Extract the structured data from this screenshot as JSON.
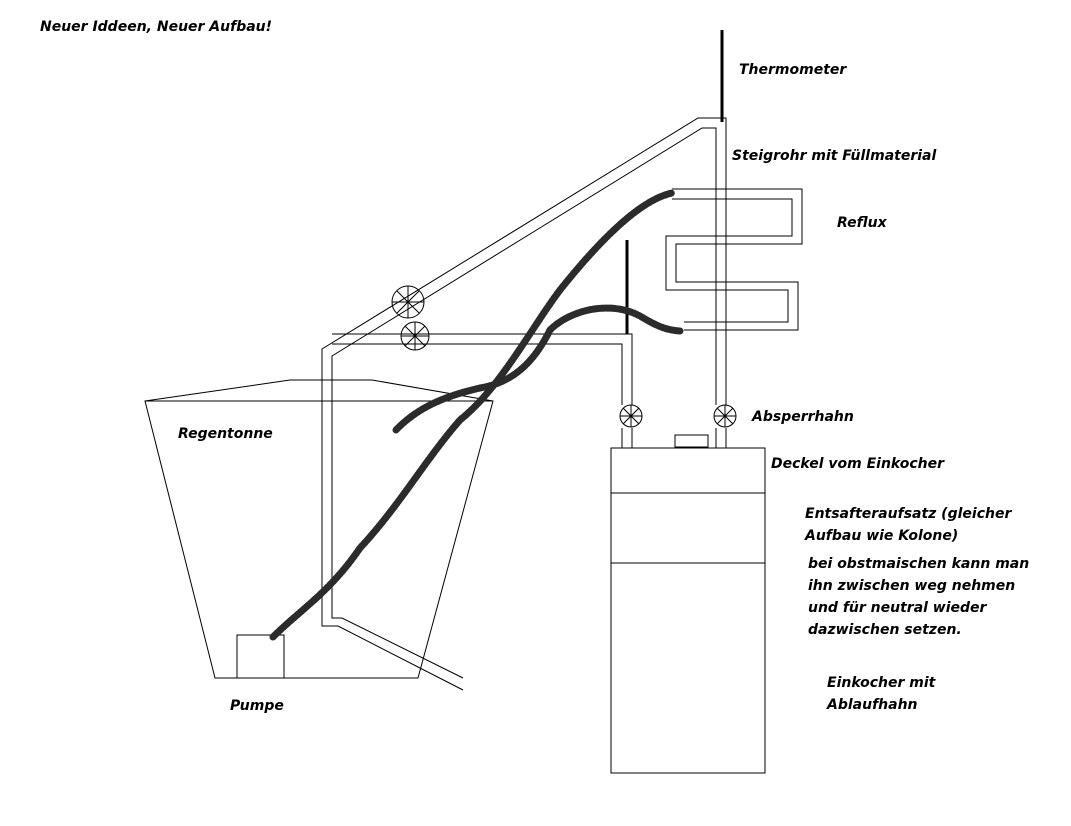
{
  "title": "Neuer Iddeen, Neuer Aufbau!",
  "labels": {
    "thermometer": "Thermometer",
    "steigrohr": "Steigrohr mit Füllmaterial",
    "reflux": "Reflux",
    "regentonne": "Regentonne",
    "absperrhahn": "Absperrhahn",
    "deckel": "Deckel vom Einkocher",
    "entsafter": "Entsafteraufsatz (gleicher\nAufbau wie Kolone)",
    "obstmaischen": "bei obstmaischen kann man\nihn zwischen weg nehmen\nund für neutral wieder\ndazwischen setzen.",
    "einkocher": "Einkocher mit\nAblaufhahn",
    "pumpe": "Pumpe"
  },
  "colors": {
    "line": "#000000",
    "background": "#ffffff",
    "hose": "#2b2b2b"
  }
}
